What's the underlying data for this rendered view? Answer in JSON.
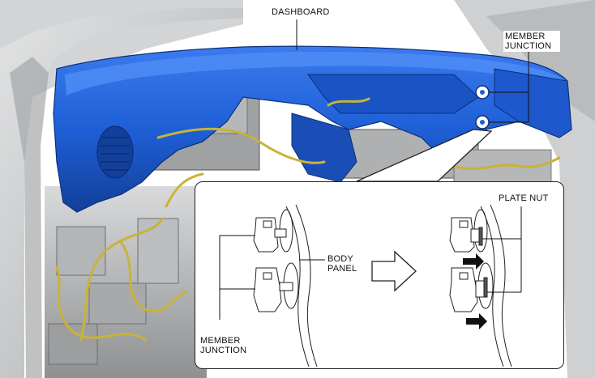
{
  "labels": {
    "dashboard": "DASHBOARD",
    "member_junction_top": "MEMBER JUNCTION",
    "body_panel": "BODY PANEL",
    "plate_nut": "PLATE NUT",
    "member_junction_bottom": "MEMBER JUNCTION"
  },
  "colors": {
    "dashboard": "#1f5fd6",
    "harness": "#c9b338",
    "body_gray": "#c9cbcd"
  }
}
